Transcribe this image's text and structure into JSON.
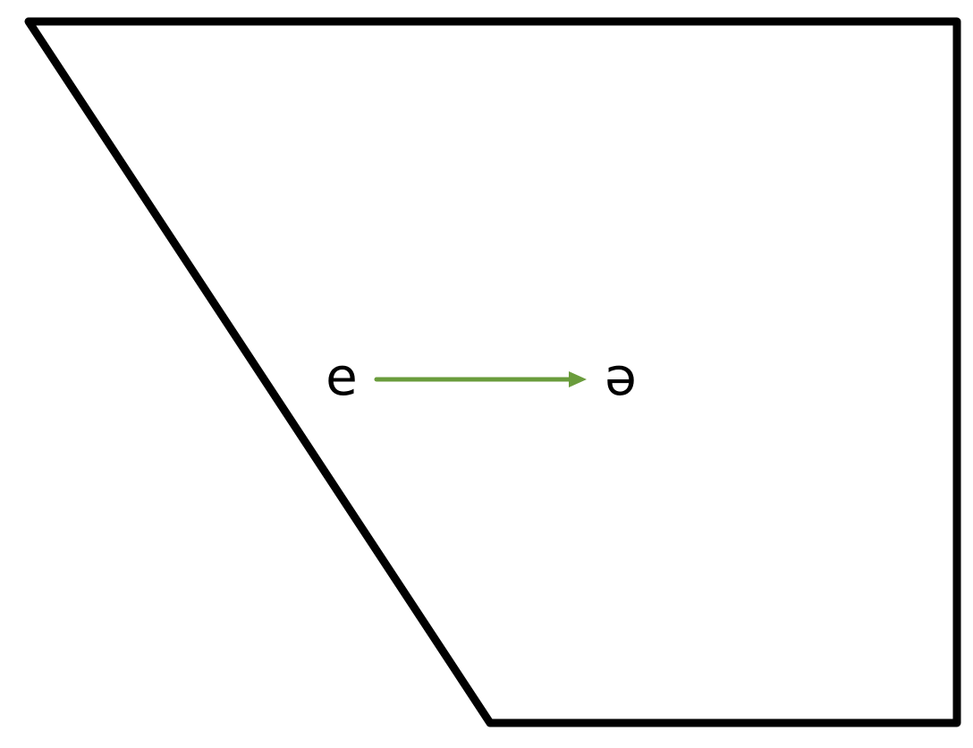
{
  "diagram": {
    "type": "vowel-chart-trapezoid",
    "start_vowel": "e",
    "end_vowel": "ə",
    "arrow_color": "#6a9c3c",
    "outline_color": "#000000",
    "arrow_direction": "right"
  }
}
